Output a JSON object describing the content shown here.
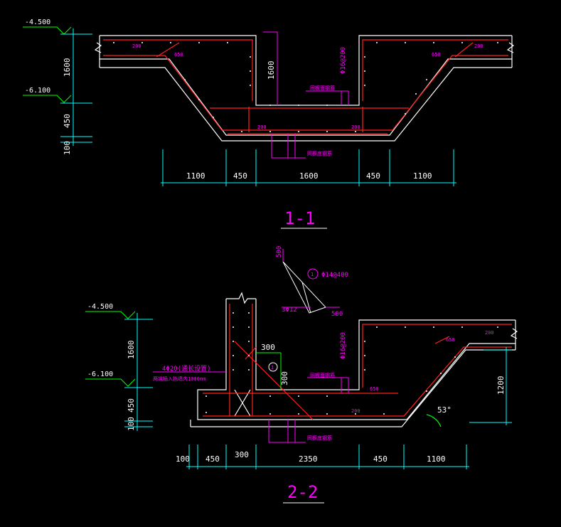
{
  "colors": {
    "background": "#000000",
    "concrete": "#ffffff",
    "rebar": "#ff2020",
    "dimension": "#00ffff",
    "annotation": "#ff00ff",
    "level": "#00ff00",
    "angle_arc": "#00ff00"
  },
  "section_1": {
    "title": "1-1",
    "levels": {
      "top": "-4.500",
      "bottom": "-6.100"
    },
    "vertical_dims": {
      "d1": "1600",
      "d2": "450",
      "d3": "100"
    },
    "horizontal_dims": {
      "d1": "1100",
      "d2": "450",
      "d3": "1600",
      "d4": "450",
      "d5": "1100"
    },
    "wall_height_dim": "1600",
    "rebar_labels": {
      "left_top_small": "200",
      "left_top_len": "650",
      "right_top_small": "200",
      "right_top_len": "650",
      "left_bottom": "200",
      "right_bottom": "200",
      "wall_bar": "Φ16@200"
    },
    "notes": {
      "top_mesh": "同板面钢筋",
      "bottom_mesh": "同板底钢筋"
    }
  },
  "section_2": {
    "title": "2-2",
    "levels": {
      "top": "-4.500",
      "bottom": "-6.100"
    },
    "vertical_dims": {
      "d1": "1600",
      "d2": "450",
      "d3": "100"
    },
    "horizontal_dims": {
      "d1": "100",
      "d2": "450",
      "d3": "300",
      "d4": "2350",
      "d5": "450",
      "d6": "1100"
    },
    "right_height_dim": "1200",
    "angle": "53°",
    "corner_dims": {
      "h": "300",
      "v": "300"
    },
    "detail_labels": {
      "top": "500",
      "bottom": "500",
      "bar_1": "Φ14@400",
      "bar_2": "3Φ12"
    },
    "marker": "1",
    "callout": {
      "line1": "4Φ20(通长设置)",
      "line2": "两端插入挡墙内1000mm"
    },
    "rebar_labels": {
      "wall_bar": "Φ16@200",
      "right_top_small": "200",
      "right_top_len": "650",
      "bottom_len": "650",
      "bottom_small": "200"
    },
    "notes": {
      "top_mesh": "同板面钢筋",
      "bottom_mesh": "同板底钢筋"
    }
  }
}
